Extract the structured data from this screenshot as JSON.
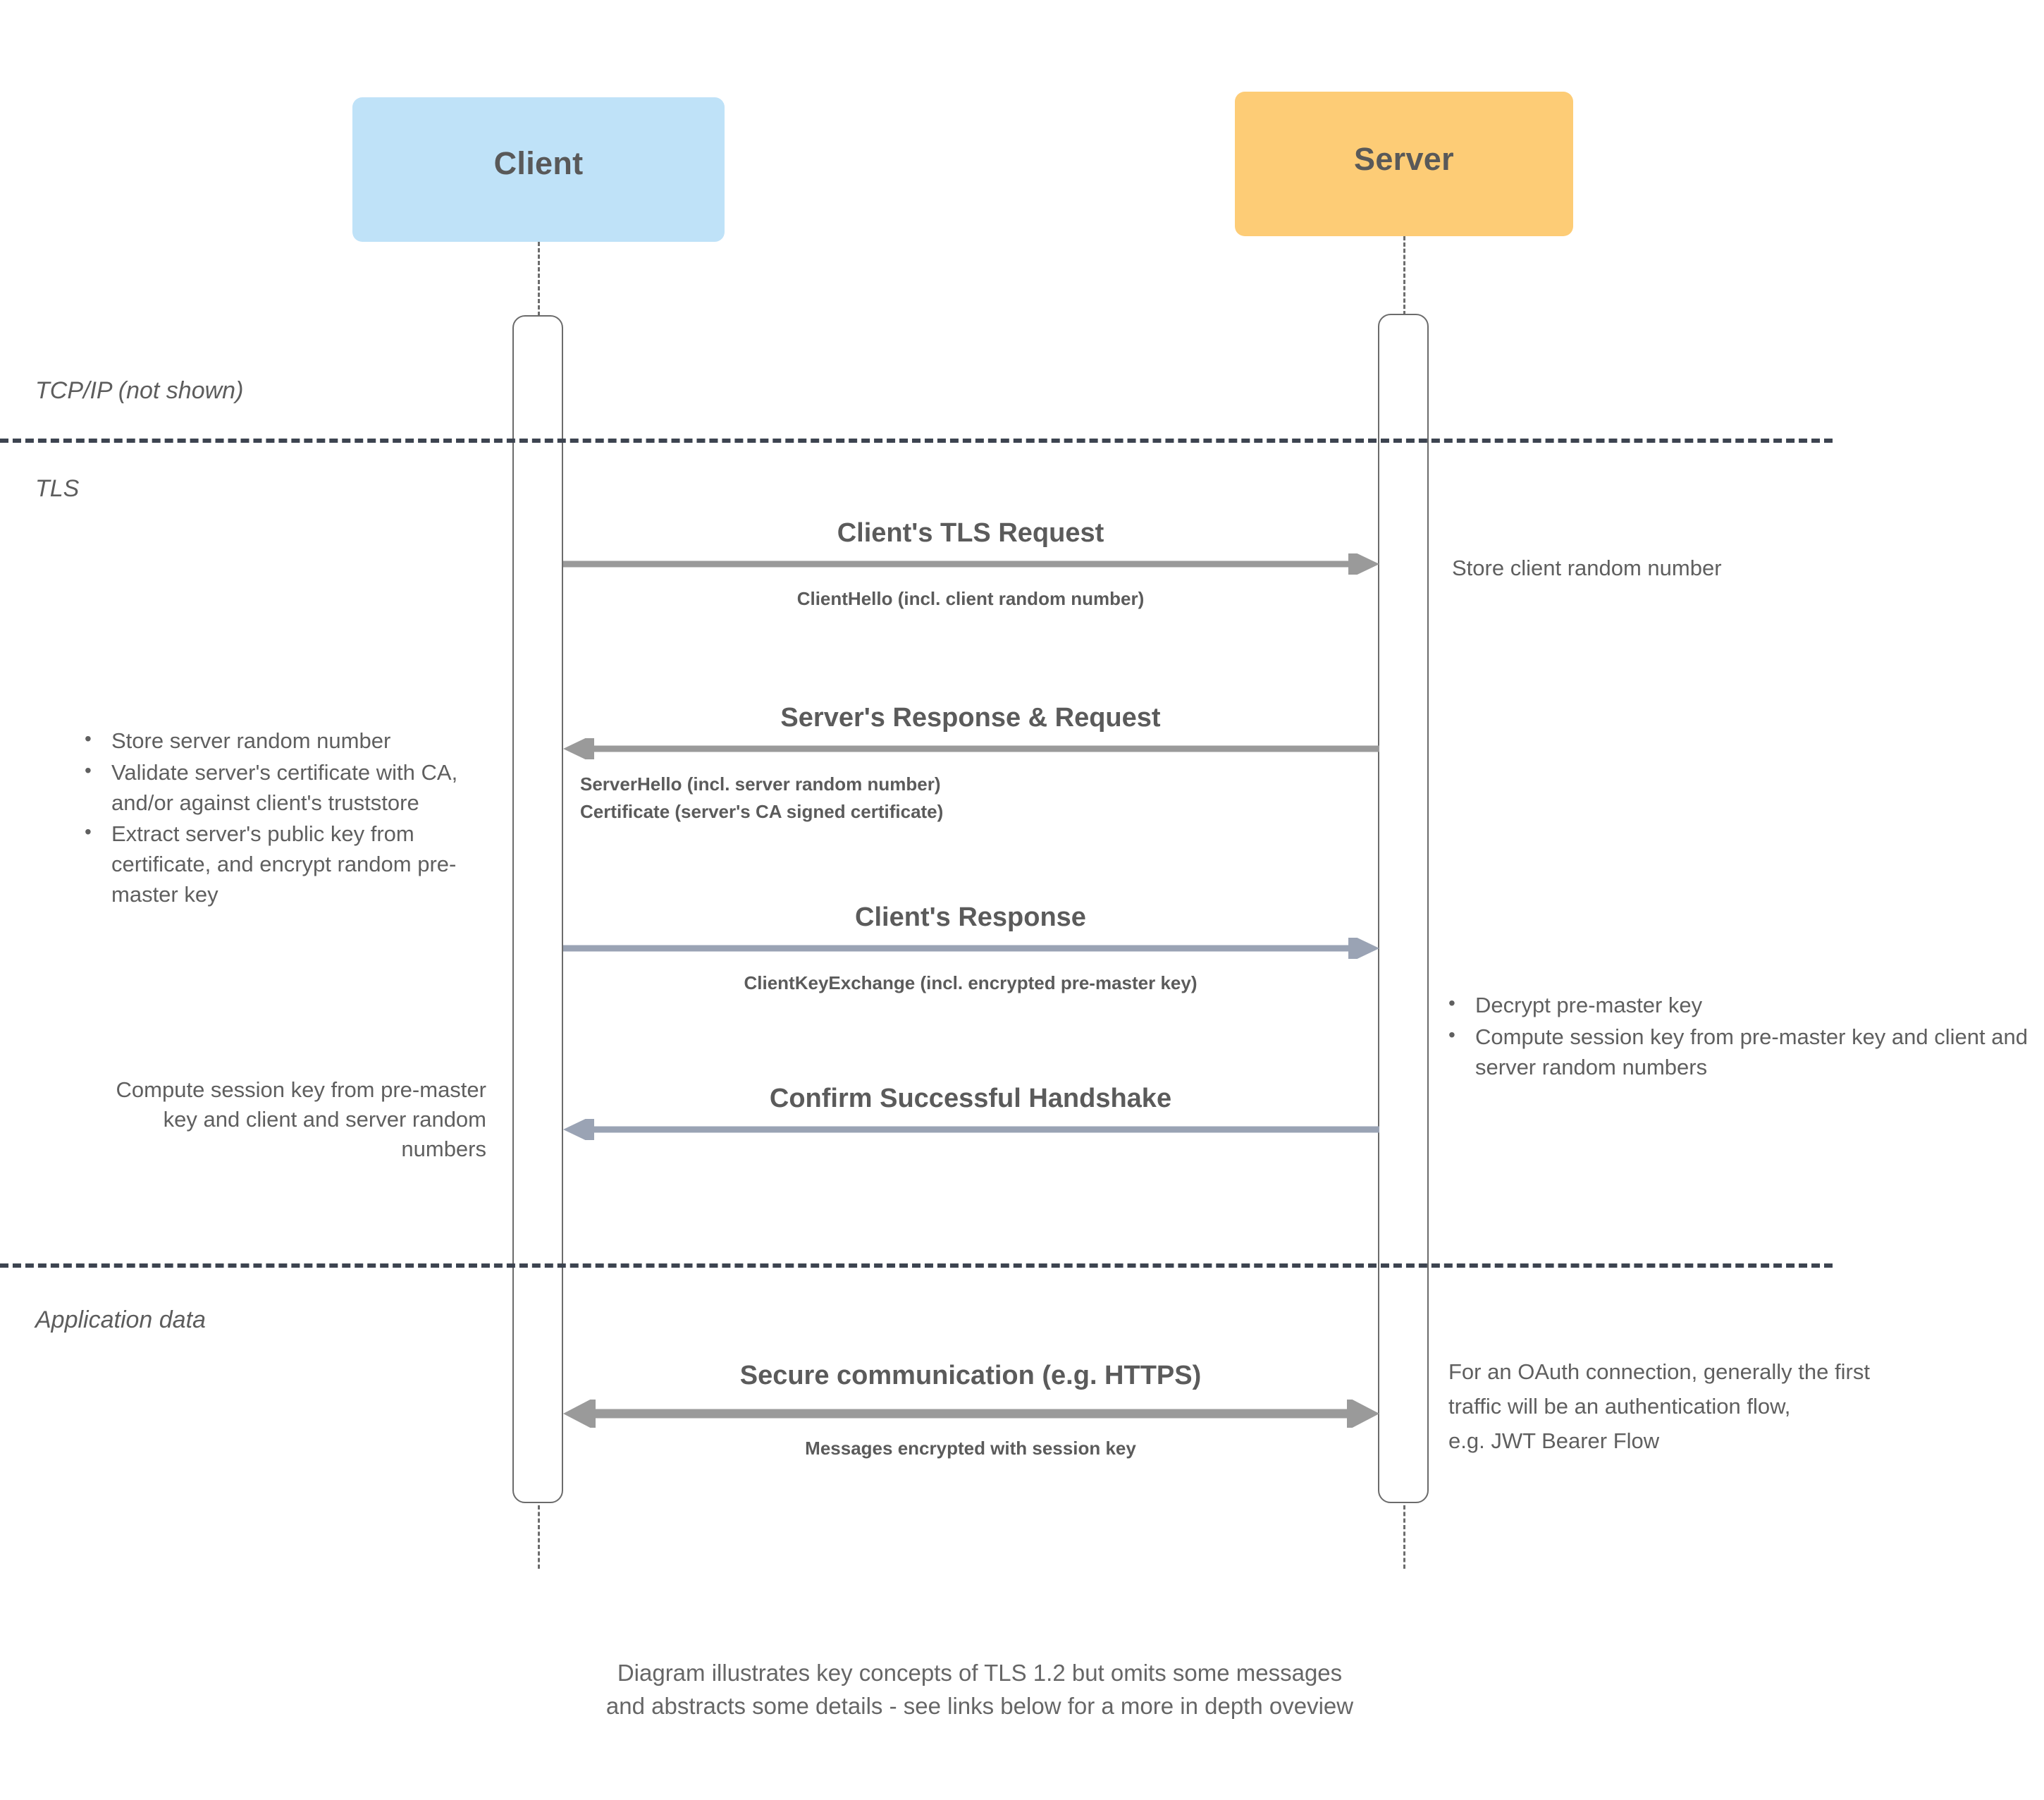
{
  "participants": {
    "client": {
      "label": "Client",
      "color": "#bfe2f8"
    },
    "server": {
      "label": "Server",
      "color": "#fdcc76"
    }
  },
  "phases": [
    {
      "id": "tcpip",
      "label": "TCP/IP (not shown)"
    },
    {
      "id": "tls",
      "label": "TLS"
    },
    {
      "id": "appdata",
      "label": "Application data"
    }
  ],
  "messages": [
    {
      "id": "client-tls-request",
      "title": "Client's TLS Request",
      "sub": "ClientHello (incl. client random number)",
      "direction": "right"
    },
    {
      "id": "server-response-request",
      "title": "Server's Response & Request",
      "sub_line1": "ServerHello (incl. server random number)",
      "sub_line2": "Certificate (server's CA signed certificate)",
      "direction": "left"
    },
    {
      "id": "client-response",
      "title": "Client's Response",
      "sub": "ClientKeyExchange (incl. encrypted pre-master key)",
      "direction": "right"
    },
    {
      "id": "confirm-handshake",
      "title": "Confirm Successful Handshake",
      "sub": "",
      "direction": "left"
    },
    {
      "id": "secure-communication",
      "title": "Secure communication (e.g. HTTPS)",
      "sub": "Messages encrypted with session key",
      "direction": "both"
    }
  ],
  "notes": {
    "server_store_client_random": "Store client random number",
    "client_actions": [
      "Store server random number",
      "Validate server's certificate with CA, and/or against client's truststore",
      "Extract server's public key from certificate, and encrypt random pre-master key"
    ],
    "server_actions": [
      "Decrypt pre-master key",
      "Compute session key from pre-master key and client and server random numbers"
    ],
    "client_compute_session_key": "Compute session key from pre-master key and client and server random numbers",
    "oauth_note_line1": "For an OAuth connection, generally the first",
    "oauth_note_line2": "traffic will be an authentication flow,",
    "oauth_note_line3": "e.g. JWT Bearer Flow"
  },
  "footer": {
    "line1": "Diagram illustrates key concepts of TLS 1.2 but omits some messages",
    "line2": "and abstracts some details - see links below for a more in depth oveview"
  },
  "colors": {
    "client_box": "#bfe2f8",
    "server_box": "#fdcc76",
    "text": "#5f5f5f",
    "arrow": "#9a9a9a",
    "arrow_blue": "#9aa3b4",
    "divider": "#3d4450"
  }
}
